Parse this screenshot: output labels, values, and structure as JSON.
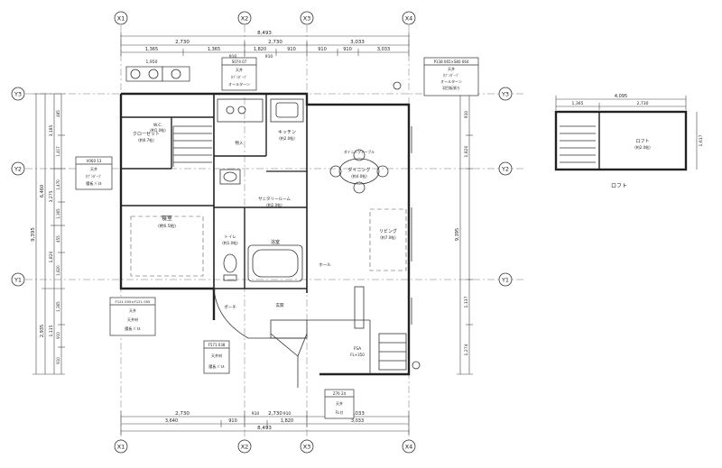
{
  "grid": {
    "x_top": [
      "X1",
      "X2",
      "X3",
      "X4"
    ],
    "x_bottom": [
      "X1",
      "X2",
      "X3",
      "X4"
    ],
    "y_left": [
      "Y3",
      "Y2",
      "Y1"
    ],
    "y_right": [
      "Y3",
      "Y2",
      "Y1"
    ]
  },
  "dimensions": {
    "top_total": "8,493",
    "top_major": [
      "2,730",
      "2,730",
      "3,033"
    ],
    "top_minor": [
      "1,365",
      "1,365",
      "1,820",
      "910",
      "910",
      "910",
      "3,033"
    ],
    "top_small": [
      "910",
      "910"
    ],
    "top_detail": [
      "1,950"
    ],
    "bottom_major": [
      "2,730",
      "2,730",
      "3,033"
    ],
    "bottom_mid": [
      "3,640",
      "910",
      "1,820",
      "3,033"
    ],
    "bottom_minor": [
      "910",
      "910"
    ],
    "bottom_total": "8,493",
    "left_total": "9,395",
    "left_major": [
      "6,460",
      "2,935"
    ],
    "left_minor": [
      "3,185",
      "3,275",
      "1,820",
      "1,115"
    ],
    "left_small": [
      "485",
      "1,417",
      "1,470",
      "1,365",
      "455",
      "1,820",
      "1,365",
      "910",
      "910"
    ],
    "right_total": "9,395",
    "right_minor": [
      "910",
      "1,820",
      "1,137",
      "1,274"
    ],
    "loft_width": "4,095",
    "loft_sub": [
      "1,365",
      "2,730"
    ],
    "loft_height": "1,617"
  },
  "rooms": [
    {
      "id": "closet",
      "name": "クローゼット",
      "area": "(約0.7帖)"
    },
    {
      "id": "wc",
      "name": "W.C.",
      "area": "(約1.0帖)"
    },
    {
      "id": "bedroom",
      "name": "寝室",
      "area": "(約6.5帖)"
    },
    {
      "id": "kitchen",
      "name": "キッチン",
      "area": "(約2.0帖)"
    },
    {
      "id": "dining",
      "name": "ダイニング",
      "area": "(約4.0帖)"
    },
    {
      "id": "living",
      "name": "リビング",
      "area": "(約7.0帖)"
    },
    {
      "id": "lavatory",
      "name": "サニタリールーム",
      "area": "(約2.0帖)"
    },
    {
      "id": "toilet",
      "name": "トイレ",
      "area": "(約1.0帖)"
    },
    {
      "id": "bath",
      "name": "浴室",
      "area": ""
    },
    {
      "id": "entrance",
      "name": "玄関",
      "area": ""
    },
    {
      "id": "hall",
      "name": "ホール",
      "area": ""
    },
    {
      "id": "storage",
      "name": "物入",
      "area": ""
    },
    {
      "id": "loft",
      "name": "ロフト",
      "area": "(約2.0帖)"
    }
  ],
  "notes": [
    {
      "id": "n1",
      "lines": [
        "P138 065×S80 064",
        "天井",
        "ﾀﾌﾞﾝﾀﾞｰﾌﾞ",
        "オールターン",
        "羽目板張り"
      ]
    },
    {
      "id": "n2",
      "lines": [
        "S074 07",
        "天井",
        "ﾀﾌﾞﾝﾀﾞｰﾌﾞ",
        "オールターン"
      ]
    },
    {
      "id": "n3",
      "lines": [
        "V060 13",
        "天井",
        "ﾀﾌﾞﾝﾀﾞｰﾌﾞ",
        "腰板 ﾊﾟﾈﾙ"
      ]
    },
    {
      "id": "n4",
      "lines": [
        "F121 055×F121 055",
        "天井",
        "天井材",
        "腰板 ﾊﾟﾈﾙ"
      ]
    },
    {
      "id": "n5",
      "lines": [
        "F571 038",
        "天井材",
        "腰板 ﾊﾟﾈﾙ"
      ]
    },
    {
      "id": "n6",
      "lines": [
        "Z76 24",
        "天井",
        "FL付"
      ]
    },
    {
      "id": "n7",
      "lines": [
        "FSA",
        "FL+350"
      ]
    }
  ],
  "labels": {
    "loft_caption": "ロフト",
    "porch": "ポーチ",
    "dining_table": "ダイニングテーブル"
  }
}
